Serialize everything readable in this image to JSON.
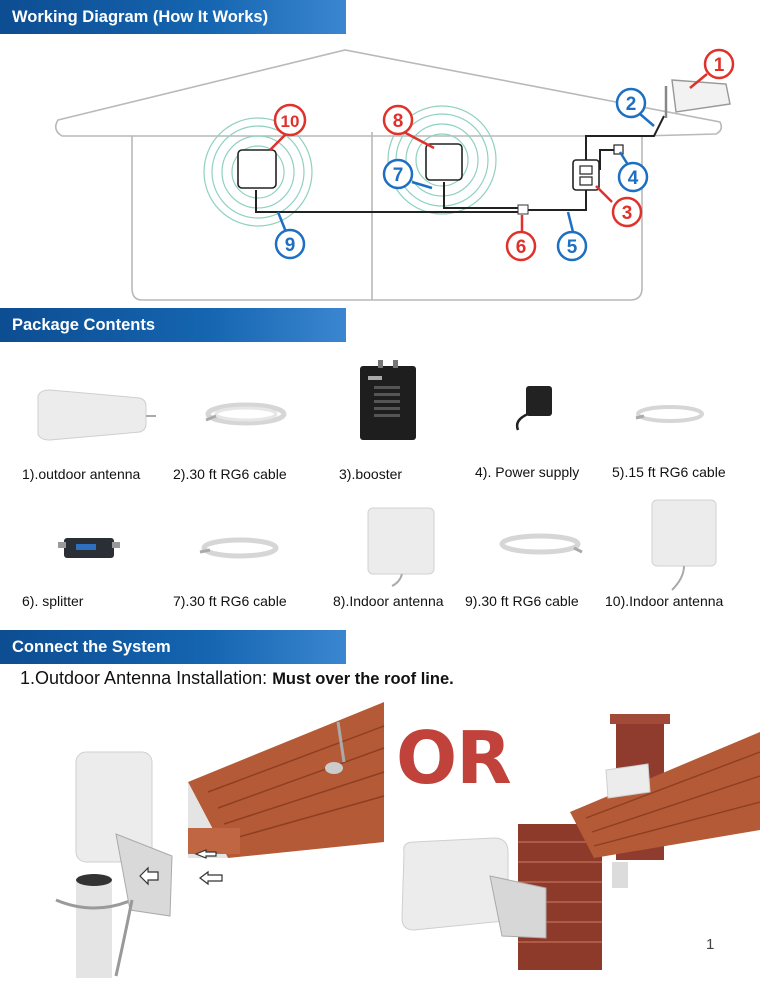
{
  "sections": {
    "working_diagram": "Working Diagram (How It Works)",
    "package_contents": "Package Contents",
    "connect_system": "Connect the System"
  },
  "diagram_labels": [
    "1",
    "2",
    "3",
    "4",
    "5",
    "6",
    "7",
    "8",
    "9",
    "10"
  ],
  "package_items": [
    {
      "label": "1).outdoor antenna"
    },
    {
      "label": "2).30 ft RG6 cable"
    },
    {
      "label": "3).booster"
    },
    {
      "label": "4). Power supply"
    },
    {
      "label": "5).15 ft RG6 cable"
    },
    {
      "label": "6). splitter"
    },
    {
      "label": "7).30 ft RG6 cable"
    },
    {
      "label": "8).Indoor antenna"
    },
    {
      "label": "9).30 ft RG6 cable"
    },
    {
      "label": "10).Indoor antenna"
    }
  ],
  "install": {
    "step": "1.Outdoor Antenna Installation: ",
    "note": "Must over the roof line.",
    "or": "OR"
  },
  "page_number": "1",
  "colors": {
    "banner": "#1565b0",
    "red_label": "#e0312b",
    "blue_label": "#1c6fc2",
    "or_text": "#c0423b"
  }
}
